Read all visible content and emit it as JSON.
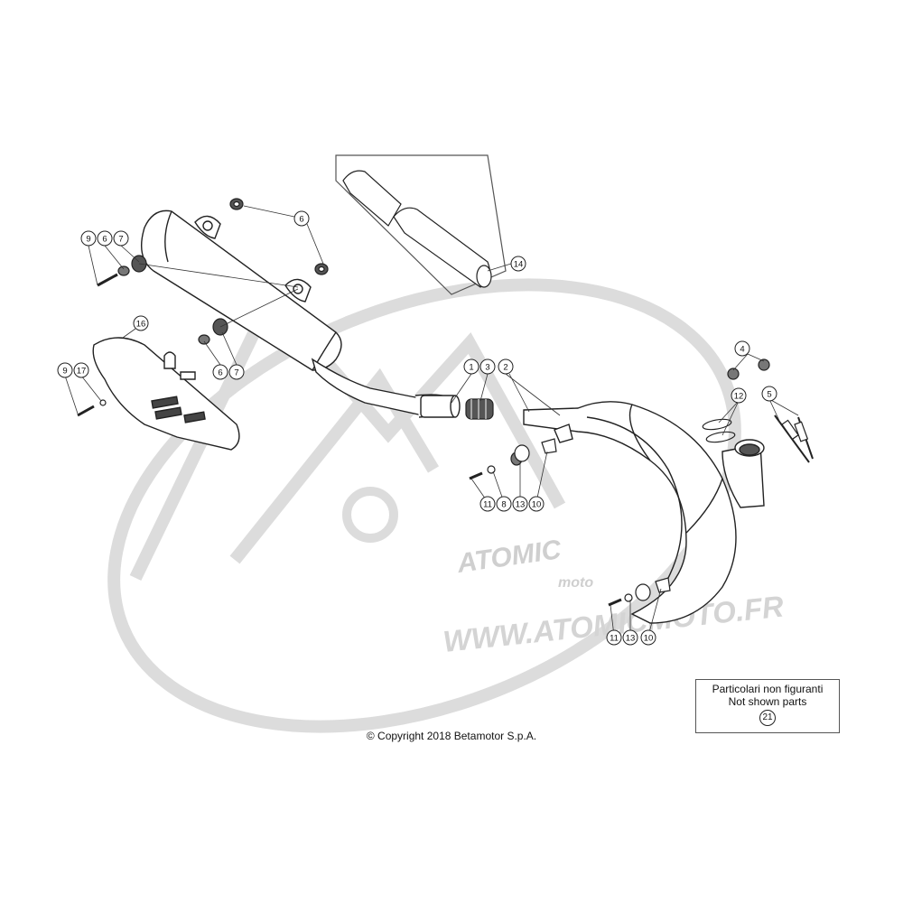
{
  "copyright": "© Copyright 2018 Betamotor S.p.A.",
  "not_shown": {
    "line1": "Particolari non figuranti",
    "line2": "Not shown parts",
    "part": "21"
  },
  "watermark": {
    "brand": "ATOMIC",
    "sub": "moto",
    "url": "WWW.ATOMICMOTO.FR"
  },
  "callouts": {
    "c1": "1",
    "c2": "2",
    "c3": "3",
    "c4": "4",
    "c5": "5",
    "c6a": "6",
    "c6b": "6",
    "c6c": "6",
    "c7a": "7",
    "c7b": "7",
    "c8": "8",
    "c9a": "9",
    "c9b": "9",
    "c10a": "10",
    "c10b": "10",
    "c11a": "11",
    "c11b": "11",
    "c12": "12",
    "c13a": "13",
    "c13b": "13",
    "c14": "14",
    "c16": "16",
    "c17": "17"
  }
}
